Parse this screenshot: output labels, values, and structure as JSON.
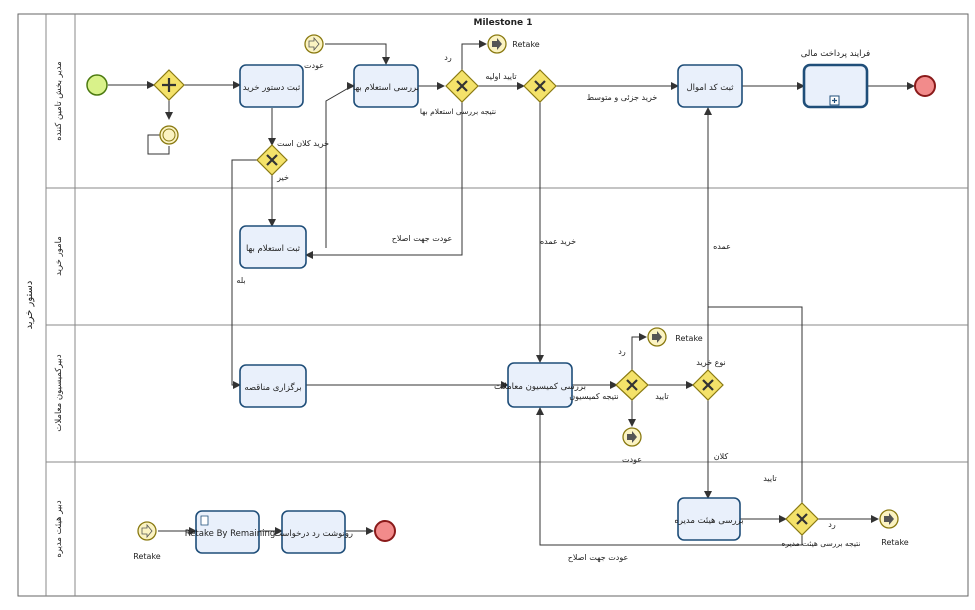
{
  "pool": {
    "title": "دستور خرید"
  },
  "milestone": "Milestone 1",
  "lanes": [
    {
      "id": "lane1",
      "label": "مدیر بخش تامین کننده"
    },
    {
      "id": "lane2",
      "label": "مامور خرید"
    },
    {
      "id": "lane3",
      "label": "دبیرکمیسیون معاملات"
    },
    {
      "id": "lane4",
      "label": "دبیر هیئت مدیره"
    }
  ],
  "tasks": {
    "t_order": "ثبت دستور خرید",
    "t_inquiry_review": "بررسی استعلام بها",
    "t_asset_code": "ثبت کد اموال",
    "t_payment": "فرایند پرداخت مالی",
    "t_inquiry_register": "ثبت استعلام بها",
    "t_tender": "برگزاری مناقصه",
    "t_commission_review": "بررسی کمیسیون معاملات",
    "t_board_review": "بررسی هیئت مدیره",
    "t_retake_remaining": "Retake By Remaining",
    "t_copy_reject": "رونوشت رد درخواست"
  },
  "labels": {
    "l_return_top": "عودت",
    "l_reject1": "رد",
    "l_retake1": "Retake",
    "l_initial_approval": "تایید اولیه",
    "l_inquiry_result": "نتیجه بررسی استعلام بها",
    "l_small_medium": "خرید جزئی و متوسط",
    "l_big_purchase_q": "خرید کلان است",
    "l_no": "خیر",
    "l_fix_return1": "عودت جهت اصلاح",
    "l_big_purchase": "خرید عمده",
    "l_yes": "بله",
    "l_bulk": "عمده",
    "l_retake2": "Retake",
    "l_reject2": "رد",
    "l_purchase_type": "نوع خرید",
    "l_commission_result": "نتیجه کمیسیون",
    "l_approve1": "تایید",
    "l_return2": "عودت",
    "l_macro": "کلان",
    "l_approve2": "تایید",
    "l_reject3": "رد",
    "l_board_result": "نتیجه بررسی هیئت مدیره",
    "l_retake3": "Retake",
    "l_fix_return2": "عودت جهت اصلاح",
    "l_retake_start": "Retake"
  }
}
